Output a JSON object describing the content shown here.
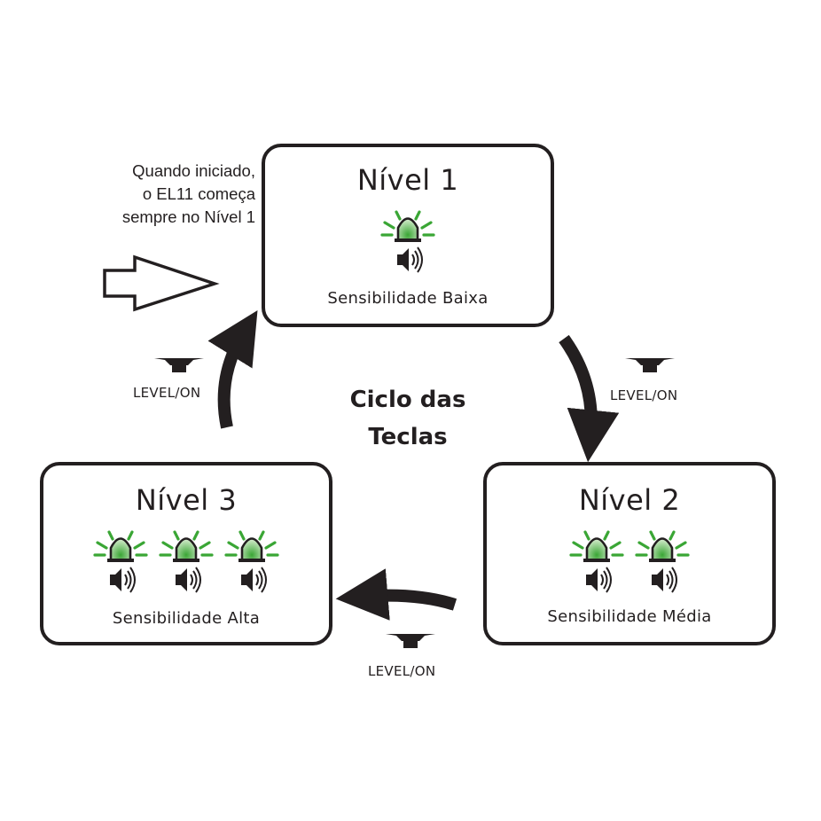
{
  "intro": {
    "lines": [
      "Quando iniciado,",
      "o EL11 começa",
      "sempre no Nível 1"
    ]
  },
  "cycle_title": {
    "lines": [
      "Ciclo das",
      "Teclas"
    ]
  },
  "levels": [
    {
      "title": "Nível 1",
      "caption": "Sensibilidade Baixa",
      "lamp_count": 1
    },
    {
      "title": "Nível 2",
      "caption": "Sensibilidade Média",
      "lamp_count": 2
    },
    {
      "title": "Nível 3",
      "caption": "Sensibilidade Alta",
      "lamp_count": 3
    }
  ],
  "transitions": [
    {
      "key_label": "LEVEL/ON"
    },
    {
      "key_label": "LEVEL/ON"
    },
    {
      "key_label": "LEVEL/ON"
    }
  ],
  "colors": {
    "lamp_green": "#3aa635",
    "lamp_green_light": "#cfe9c7",
    "ink": "#231f20"
  },
  "icons": {
    "lamp": "beacon-lamp-icon",
    "speaker": "speaker-icon",
    "key": "push-button-icon",
    "start": "hollow-arrow-icon"
  }
}
